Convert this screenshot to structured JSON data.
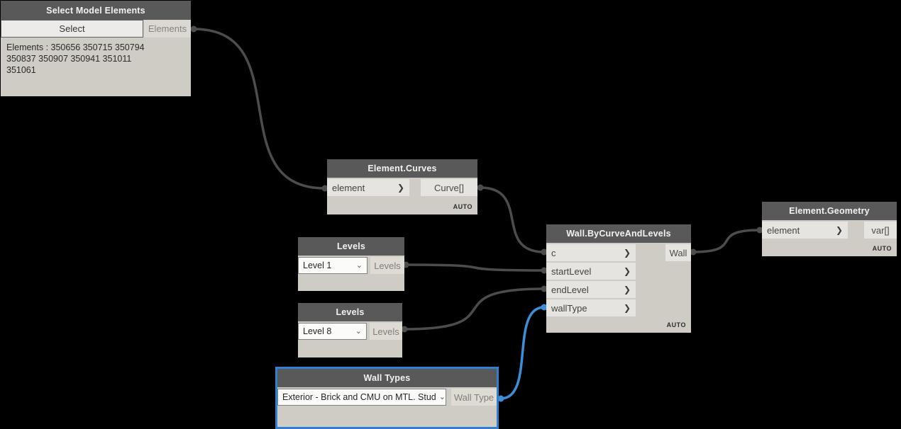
{
  "background_color": "#000000",
  "selection_color": "#2f80cf",
  "wire_colors": {
    "default": "#4c4c4c",
    "selected": "#3b8ed8"
  },
  "icons": {
    "chevron_right": "❯",
    "dropdown_arrow": "⌄"
  },
  "nodes": {
    "selectModelElements": {
      "title": "Select Model Elements",
      "button_label": "Select",
      "output_label": "Elements",
      "value_lines": [
        "Elements : 350656 350715 350794",
        "350837 350907 350941 351011",
        "351061"
      ]
    },
    "elementCurves": {
      "title": "Element.Curves",
      "inputs": [
        "element"
      ],
      "outputs": [
        "Curve[]"
      ],
      "lacing": "AUTO"
    },
    "levelsStart": {
      "title": "Levels",
      "selected_value": "Level 1",
      "output_label": "Levels"
    },
    "levelsEnd": {
      "title": "Levels",
      "selected_value": "Level 8",
      "output_label": "Levels"
    },
    "wallByCurveAndLevels": {
      "title": "Wall.ByCurveAndLevels",
      "inputs": [
        "c",
        "startLevel",
        "endLevel",
        "wallType"
      ],
      "outputs": [
        "Wall"
      ],
      "lacing": "AUTO"
    },
    "wallTypes": {
      "title": "Wall Types",
      "selected_value": "Exterior - Brick and CMU on MTL. Stud",
      "output_label": "Wall Type"
    },
    "elementGeometry": {
      "title": "Element.Geometry",
      "inputs": [
        "element"
      ],
      "outputs": [
        "var[]"
      ],
      "lacing": "AUTO"
    }
  }
}
